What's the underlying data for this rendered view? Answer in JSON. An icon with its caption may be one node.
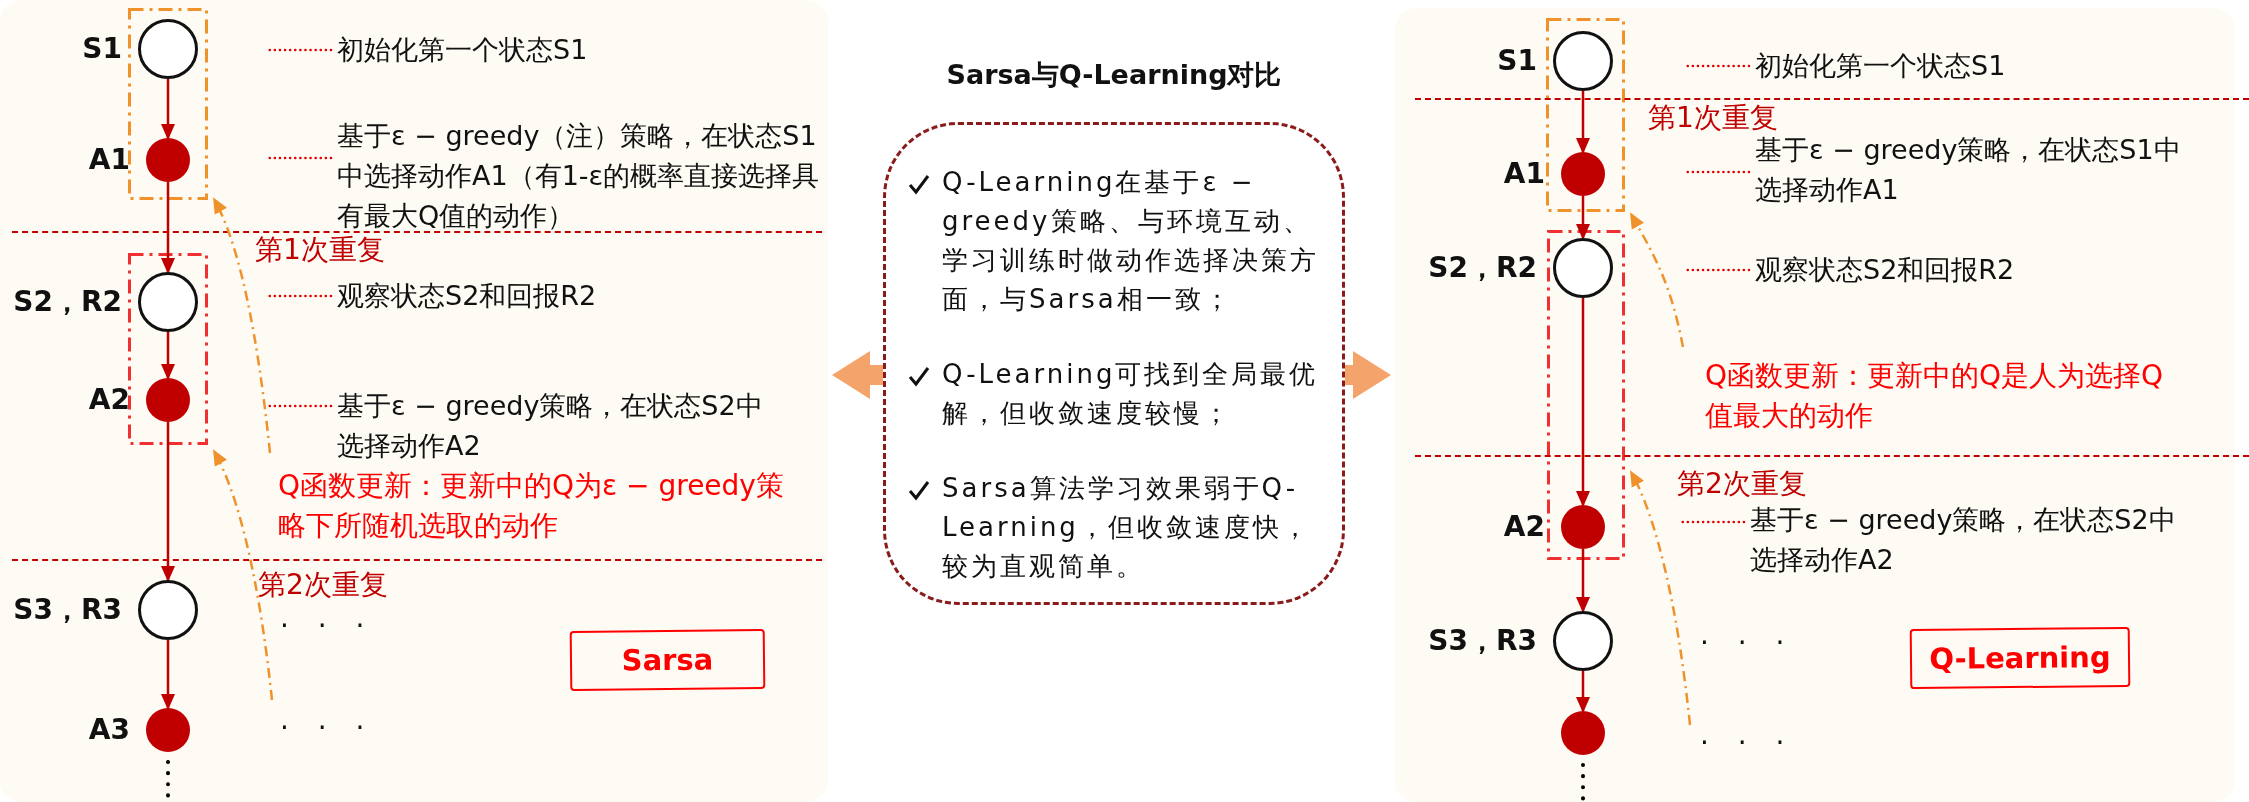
{
  "diagram": {
    "nodes": [
      {
        "text": [],
        "shape": "box"
      },
      {
        "text": [],
        "shape": "box",
        "in": 0
      },
      {
        "text": [
          "S1"
        ],
        "in": 1
      },
      {
        "text": [
          "初始化第一个状态S1"
        ],
        "in": 0
      },
      {
        "text": [
          "A1"
        ],
        "in": 1
      },
      {
        "text": [
          "基于ε − greedy（注）策略，在状态S1中选择动作A1（有1-ε的概率直接选择具有最大Q值的动作）"
        ],
        "in": 0
      },
      {
        "text": [],
        "shape": "box",
        "in": 0
      },
      {
        "text": [
          "S2，R2"
        ],
        "in": 6
      },
      {
        "text": [
          "观察状态S2和回报R2"
        ],
        "in": 0
      },
      {
        "text": [
          "A2"
        ],
        "in": 6
      },
      {
        "text": [
          "基于ε − greedy策略，在状态S2中选择动作A2"
        ],
        "in": 0
      },
      {
        "text": [
          "S3，R3"
        ],
        "in": 0
      },
      {
        "text": [
          "A3"
        ],
        "in": 0
      },
      {
        "text": [
          "Sarsa"
        ],
        "in": 0
      },
      {
        "text": [
          "Sarsa与Q-Learning对比",
          "Q-Learning在基于ε − greedy策略、与环境互动、学习训练时做动作选择决策方面，与Sarsa相一致；",
          "Q-Learning可找到全局最优解，但收敛速度较慢；",
          "Sarsa算法学习效果弱于Q-Learning，但收敛速度快，较为直观简单。"
        ]
      },
      {
        "text": [],
        "shape": "box"
      },
      {
        "text": [],
        "shape": "box",
        "in": 15
      },
      {
        "text": [
          "S1"
        ],
        "in": 16
      },
      {
        "text": [
          "初始化第一个状态S1"
        ],
        "in": 15
      },
      {
        "text": [
          "A1"
        ],
        "in": 16
      },
      {
        "text": [
          "基于ε − greedy策略，在状态S1中选择动作A1"
        ],
        "in": 15
      },
      {
        "text": [],
        "shape": "box",
        "in": 15
      },
      {
        "text": [
          "S2，R2"
        ],
        "in": 21
      },
      {
        "text": [
          "观察状态S2和回报R2"
        ],
        "in": 15
      },
      {
        "text": [
          "A2"
        ],
        "in": 21
      },
      {
        "text": [
          "基于ε − greedy策略，在状态S2中选择动作A2"
        ],
        "in": 15
      },
      {
        "text": [
          "S3，R3"
        ],
        "in": 15
      },
      {
        "text": [],
        "shape": "circle",
        "in": 15
      },
      {
        "text": [
          "Q-Learning"
        ],
        "in": 15
      }
    ],
    "edges": [
      {
        "from": 2,
        "to": 4,
        "arrow": "to"
      },
      {
        "from": 4,
        "to": 7,
        "arrow": "to"
      },
      {
        "from": 7,
        "to": 9,
        "arrow": "to"
      },
      {
        "from": 9,
        "to": 11,
        "arrow": "to"
      },
      {
        "from": 11,
        "to": 12,
        "arrow": "to"
      },
      {
        "from": 12,
        "to": null,
        "arrow": "none",
        "style": "dashed",
        "color": "#000000"
      },
      {
        "from": null,
        "to": 1,
        "arrow": "to",
        "style": "dashed",
        "color": "#f0922b"
      },
      {
        "from": null,
        "to": 6,
        "arrow": "to",
        "style": "dashed",
        "color": "#f0922b"
      },
      {
        "from": 14,
        "to": 0,
        "arrow": "to",
        "style": "thick",
        "color": "#f4a46a"
      },
      {
        "from": 14,
        "to": 15,
        "arrow": "to",
        "style": "thick",
        "color": "#f4a46a"
      },
      {
        "from": 17,
        "to": 19,
        "arrow": "to"
      },
      {
        "from": 19,
        "to": 22,
        "arrow": "to"
      },
      {
        "from": 22,
        "to": 24,
        "arrow": "to"
      },
      {
        "from": 24,
        "to": 26,
        "arrow": "to"
      },
      {
        "from": 26,
        "to": 27,
        "arrow": "to"
      },
      {
        "from": 27,
        "to": null,
        "arrow": "none",
        "style": "dashed",
        "color": "#000000"
      },
      {
        "from": null,
        "to": 16,
        "arrow": "to",
        "style": "dashed",
        "color": "#f0922b"
      },
      {
        "from": null,
        "to": 21,
        "arrow": "to",
        "style": "dashed",
        "color": "#f0922b"
      },
      {
        "from": 3,
        "to": null,
        "arrow": "none",
        "style": "dashed",
        "color": "#e00000"
      },
      {
        "from": 5,
        "to": null,
        "arrow": "none",
        "style": "dashed",
        "color": "#e00000"
      },
      {
        "from": 8,
        "to": null,
        "arrow": "none",
        "style": "dashed",
        "color": "#e00000"
      },
      {
        "from": 10,
        "to": null,
        "arrow": "none",
        "style": "dashed",
        "color": "#e00000"
      },
      {
        "from": 18,
        "to": null,
        "arrow": "none",
        "style": "dashed",
        "color": "#e00000"
      },
      {
        "from": 20,
        "to": null,
        "arrow": "none",
        "style": "dashed",
        "color": "#e00000"
      },
      {
        "from": 23,
        "to": null,
        "arrow": "none",
        "style": "dashed",
        "color": "#e00000"
      },
      {
        "from": 25,
        "to": null,
        "arrow": "none",
        "style": "dashed",
        "color": "#e00000"
      }
    ],
    "labels": [
      "第1次重复",
      "Q函数更新：更新中的Q为ε − greedy策略下所随机选取的动作",
      "第2次重复",
      ". . .",
      ". . .",
      "第1次重复",
      "Q函数更新：更新中的Q是人为选择Q值最大的动作",
      "第2次重复",
      ". . .",
      ". . ."
    ]
  }
}
